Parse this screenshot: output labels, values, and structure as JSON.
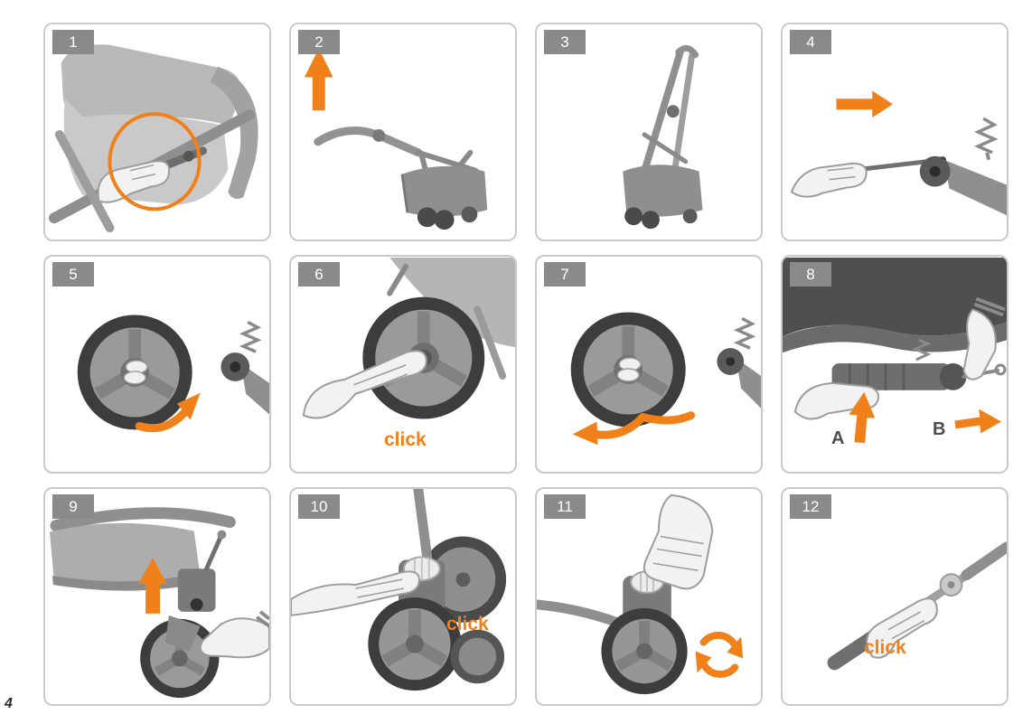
{
  "page": {
    "number": "4"
  },
  "colors": {
    "accent_orange": "#F08019",
    "badge_gray": "#8A8A8A",
    "panel_border": "#C9CACB",
    "illustration_dark": "#3D3D3D",
    "illustration_mid": "#8F8F8F"
  },
  "panels": [
    {
      "number": "1",
      "illustration": "press-fold-release-latch-circled",
      "caption": ""
    },
    {
      "number": "2",
      "illustration": "lift-handle-up-arrow",
      "caption": ""
    },
    {
      "number": "3",
      "illustration": "stroller-folded-upright",
      "caption": ""
    },
    {
      "number": "4",
      "illustration": "insert-axle-pin-right-arrow",
      "caption": ""
    },
    {
      "number": "5",
      "illustration": "attach-rear-wheel-to-hub",
      "caption": ""
    },
    {
      "number": "6",
      "illustration": "press-wheel-until-click",
      "caption": "click"
    },
    {
      "number": "7",
      "illustration": "remove-rear-wheel-left-arrow",
      "caption": ""
    },
    {
      "number": "8",
      "illustration": "press-release-pin-directions",
      "caption": "",
      "label_a": "A",
      "label_b": "B"
    },
    {
      "number": "9",
      "illustration": "attach-front-wheel-up-arrow",
      "caption": ""
    },
    {
      "number": "10",
      "illustration": "press-swivel-lock-click",
      "caption": "click"
    },
    {
      "number": "11",
      "illustration": "rotate-swivel-lock",
      "caption": ""
    },
    {
      "number": "12",
      "illustration": "attach-handlebar-click",
      "caption": "click"
    }
  ]
}
